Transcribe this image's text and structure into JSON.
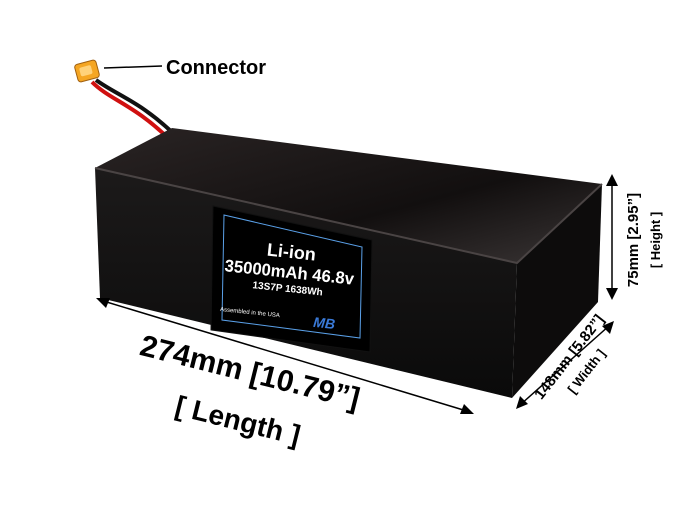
{
  "callout": {
    "connector": "Connector"
  },
  "label": {
    "chemistry": "Li-ion",
    "capacity_voltage": "35000mAh 46.8v",
    "config": "13S7P 1638Wh",
    "assembled": "Assembled in the USA",
    "logo": "MB"
  },
  "dimensions": {
    "length": "274mm [10.79”]",
    "length_label": "[ Length ]",
    "width": "148mm [5.82”]",
    "width_label": "[ Width ]",
    "height": "75mm [2.95”]",
    "height_label": "[ Height ]"
  },
  "colors": {
    "box": "#151313",
    "accent": "#f5a623",
    "wire_red": "#d01010"
  }
}
